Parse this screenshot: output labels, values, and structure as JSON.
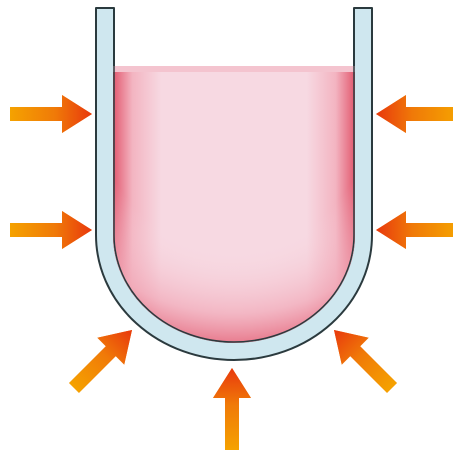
{
  "diagram": {
    "subject": "test-tube-being-heated",
    "colors": {
      "background": "#ffffff",
      "tube_glass_fill": "#cfe7ef",
      "tube_outline": "#2b3a3e",
      "liquid_center": "#f7dde6",
      "liquid_edge": "#e46b7e",
      "liquid_top": "#f4c4cf",
      "arrow_tail": "#f5a200",
      "arrow_head": "#e8380d"
    },
    "arrows": [
      {
        "name": "heat-arrow-left-upper",
        "direction": "right"
      },
      {
        "name": "heat-arrow-left-lower",
        "direction": "right"
      },
      {
        "name": "heat-arrow-right-upper",
        "direction": "left"
      },
      {
        "name": "heat-arrow-right-lower",
        "direction": "left"
      },
      {
        "name": "heat-arrow-bottom-left",
        "direction": "up-right"
      },
      {
        "name": "heat-arrow-bottom",
        "direction": "up"
      },
      {
        "name": "heat-arrow-bottom-right",
        "direction": "up-left"
      }
    ]
  }
}
